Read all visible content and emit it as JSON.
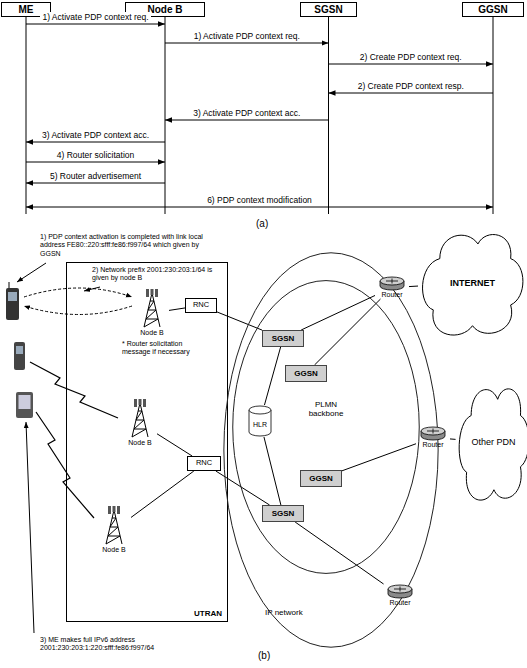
{
  "diagram": {
    "nodes": [
      {
        "text": [
          "ME"
        ]
      },
      {
        "text": [
          "Node B"
        ]
      },
      {
        "text": [
          "SGSN"
        ]
      },
      {
        "text": [
          "GGSN"
        ]
      },
      {
        "text": [
          "UTRAN"
        ]
      },
      {
        "text": [
          "Node B"
        ],
        "in": 4
      },
      {
        "text": [
          "RNC"
        ],
        "in": 4
      },
      {
        "text": [
          "Node B"
        ],
        "in": 4
      },
      {
        "text": [
          "Node B"
        ],
        "in": 4
      },
      {
        "text": [
          "RNC"
        ],
        "in": 4
      },
      {
        "text": [
          "IP network"
        ]
      },
      {
        "text": [
          "PLMN backbone"
        ],
        "in": 10
      },
      {
        "text": [
          "SGSN"
        ],
        "in": 11
      },
      {
        "text": [
          "GGSN"
        ],
        "in": 11
      },
      {
        "text": [
          "HLR"
        ],
        "in": 11
      },
      {
        "text": [
          "GGSN"
        ],
        "in": 11
      },
      {
        "text": [
          "SGSN"
        ],
        "in": 11
      },
      {
        "text": [
          "Router"
        ]
      },
      {
        "text": [
          "Router"
        ]
      },
      {
        "text": [
          "Router"
        ]
      },
      {
        "text": [
          "INTERNET"
        ]
      },
      {
        "text": [
          "Other PDN"
        ]
      }
    ],
    "edges": [
      {
        "from": 0,
        "to": 1,
        "arrow": "to",
        "label": "1) Activate PDP context req."
      },
      {
        "from": 1,
        "to": 2,
        "arrow": "to",
        "label": "1) Activate PDP context req."
      },
      {
        "from": 2,
        "to": 3,
        "arrow": "to",
        "label": "2) Create PDP context req."
      },
      {
        "from": 3,
        "to": 2,
        "arrow": "to",
        "label": "2) Create PDP context resp."
      },
      {
        "from": 2,
        "to": 1,
        "arrow": "to",
        "label": "3) Activate PDP context acc."
      },
      {
        "from": 1,
        "to": 0,
        "arrow": "to",
        "label": "3) Activate PDP context acc."
      },
      {
        "from": 0,
        "to": 1,
        "arrow": "to",
        "label": "4) Router solicitation"
      },
      {
        "from": 1,
        "to": 0,
        "arrow": "to",
        "label": "5) Router advertisement"
      },
      {
        "from": 0,
        "to": 3,
        "arrow": "both",
        "label": "6) PDP context modification"
      },
      {
        "from": 5,
        "to": 6,
        "arrow": "none"
      },
      {
        "from": 6,
        "to": 12,
        "arrow": "none"
      },
      {
        "from": 7,
        "to": 9,
        "arrow": "none"
      },
      {
        "from": 8,
        "to": 9,
        "arrow": "none"
      },
      {
        "from": 9,
        "to": 16,
        "arrow": "none"
      },
      {
        "from": 14,
        "to": 12,
        "arrow": "none"
      },
      {
        "from": 14,
        "to": 16,
        "arrow": "none"
      },
      {
        "from": 12,
        "to": 17,
        "arrow": "none"
      },
      {
        "from": 13,
        "to": 17,
        "arrow": "none"
      },
      {
        "from": 15,
        "to": 18,
        "arrow": "none"
      },
      {
        "from": 16,
        "to": 19,
        "arrow": "none"
      },
      {
        "from": 17,
        "to": 20,
        "arrow": "none"
      },
      {
        "from": 18,
        "to": 21,
        "arrow": "none"
      }
    ],
    "labels": [
      "(a)",
      "1) PDP context activation is completed with link local address FE80::220:sfff:fe86:f997/64 which given by GGSN",
      "2) Network prefix 2001:230:203:1/64 is given by node B",
      "* Router solicitation message if necessary",
      "3) ME makes full IPv6 address 2001:230:203:1:220:sfff:fe86:f997/64",
      "(b)"
    ]
  }
}
